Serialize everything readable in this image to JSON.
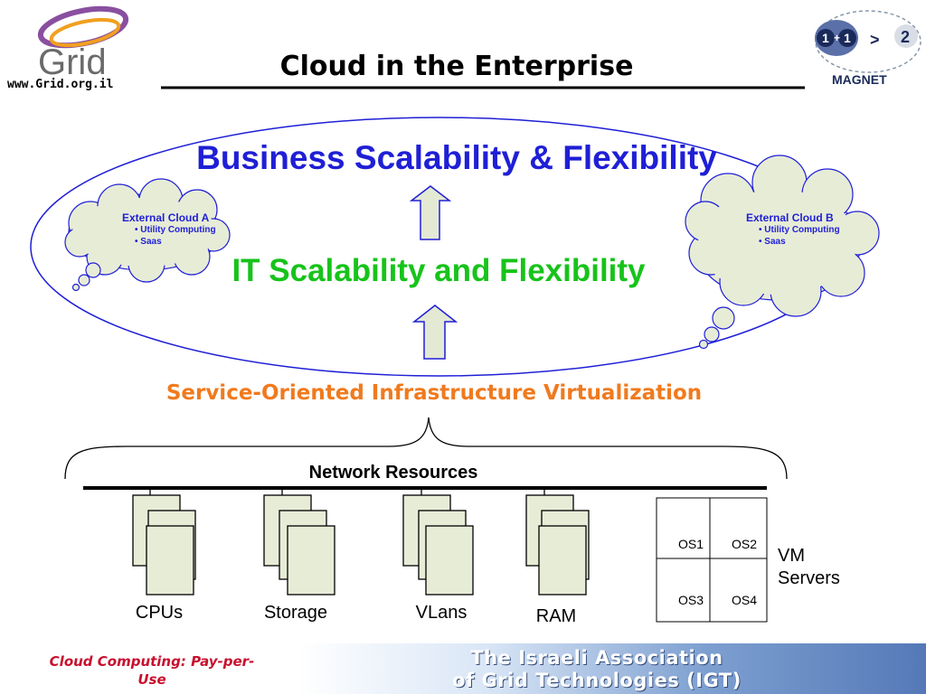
{
  "header": {
    "logo_url": "www.Grid.org.il",
    "title": "Cloud in the Enterprise",
    "partner_logo": "MAGNET",
    "partner_symbols": [
      "1",
      "+",
      "1",
      ">",
      "2"
    ]
  },
  "ellipse": {
    "business_title": "Business Scalability & Flexibility",
    "it_title": "IT Scalability and Flexibility"
  },
  "clouds": [
    {
      "name": "External Cloud A",
      "items": [
        "Utility Computing",
        "Saas"
      ]
    },
    {
      "name": "External Cloud B",
      "items": [
        "Utility Computing",
        "Saas"
      ]
    }
  ],
  "soi_title": "Service-Oriented Infrastructure Virtualization",
  "network_title": "Network Resources",
  "resources": [
    "CPUs",
    "Storage",
    "VLans",
    "RAM"
  ],
  "vm": {
    "os": [
      "OS1",
      "OS2",
      "OS3",
      "OS4"
    ],
    "label_line1": "VM",
    "label_line2": "Servers"
  },
  "footer": {
    "left_line1": "Cloud Computing: Pay-per-",
    "left_line2": "Use",
    "org_line1": "The Israeli Association",
    "org_line2": "of Grid Technologies (IGT)"
  },
  "colors": {
    "business_title": "#1f1fd6",
    "it_title": "#17c31a",
    "soi_title": "#f07a1e",
    "footer_left": "#c8102e",
    "cloud_fill": "#e7ecd7",
    "ellipse_stroke": "#1f1fd6"
  }
}
